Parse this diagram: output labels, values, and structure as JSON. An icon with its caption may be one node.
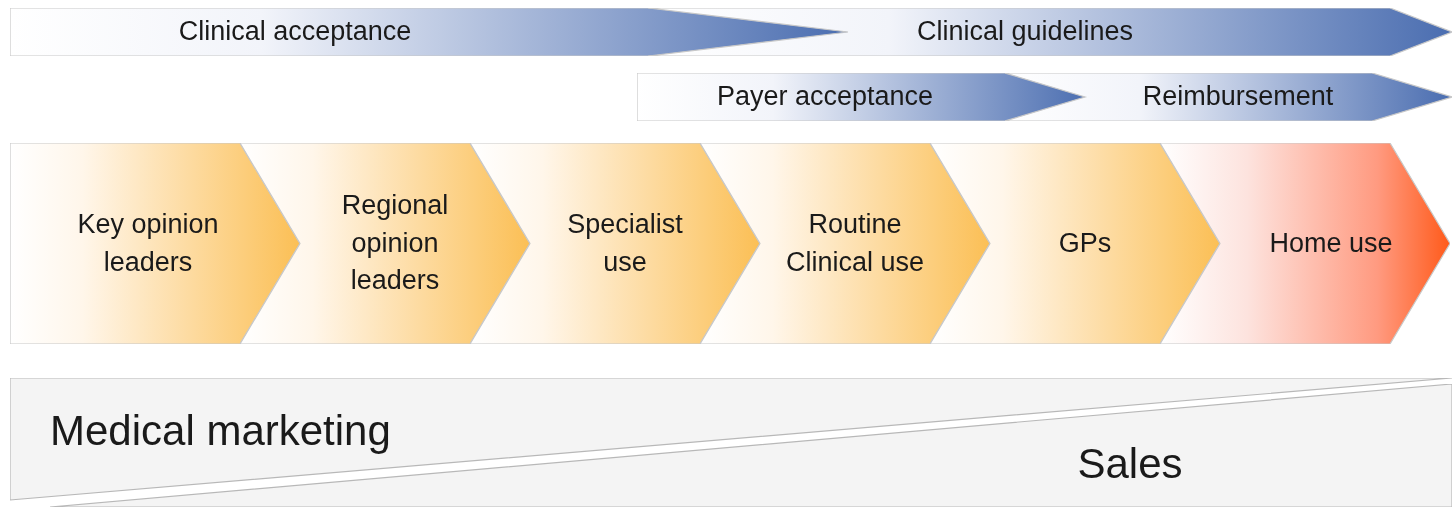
{
  "diagram": {
    "nodes": [
      {
        "text": [
          "Clinical acceptance"
        ]
      },
      {
        "text": [
          "Clinical guidelines"
        ]
      },
      {
        "text": [
          "Payer acceptance"
        ]
      },
      {
        "text": [
          "Reimbursement"
        ]
      },
      {
        "text": [
          "Key opinion leaders"
        ]
      },
      {
        "text": [
          "Regional opinion leaders"
        ]
      },
      {
        "text": [
          "Specialist use"
        ]
      },
      {
        "text": [
          "Routine Clinical use"
        ]
      },
      {
        "text": [
          "GPs"
        ]
      },
      {
        "text": [
          "Home use"
        ]
      },
      {
        "text": [
          "Medical marketing"
        ]
      },
      {
        "text": [
          "Sales"
        ]
      }
    ]
  }
}
